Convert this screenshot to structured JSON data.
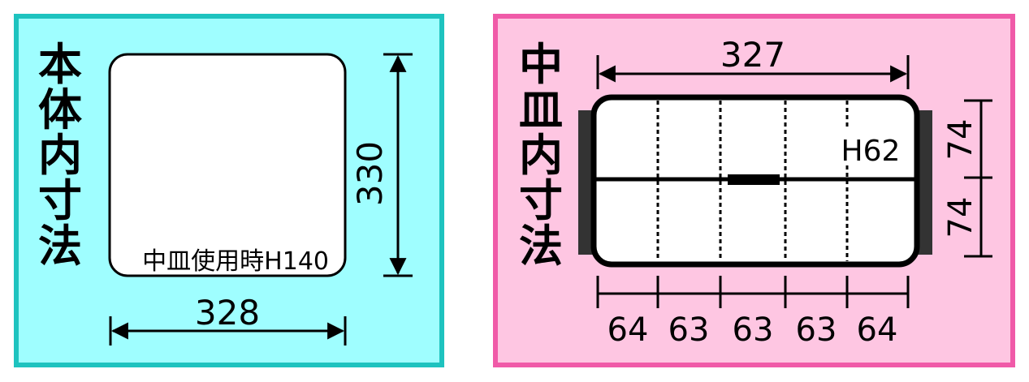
{
  "colors": {
    "left_background": "#9ffeff",
    "left_border": "#1ec3bf",
    "right_background": "#fec6e2",
    "right_border": "#f05aa8",
    "line": "#000000",
    "handle": "#333333"
  },
  "body": {
    "title_chars": [
      "本",
      "体",
      "内",
      "寸",
      "法"
    ],
    "inner_note": "中皿使用時H140",
    "width_label": "328",
    "height_label": "330"
  },
  "tray": {
    "title_chars": [
      "中",
      "皿",
      "内",
      "寸",
      "法"
    ],
    "width_label": "327",
    "depth_label": "H62",
    "row_labels": [
      "74",
      "74"
    ],
    "column_labels": [
      "64",
      "63",
      "63",
      "63",
      "64"
    ]
  }
}
